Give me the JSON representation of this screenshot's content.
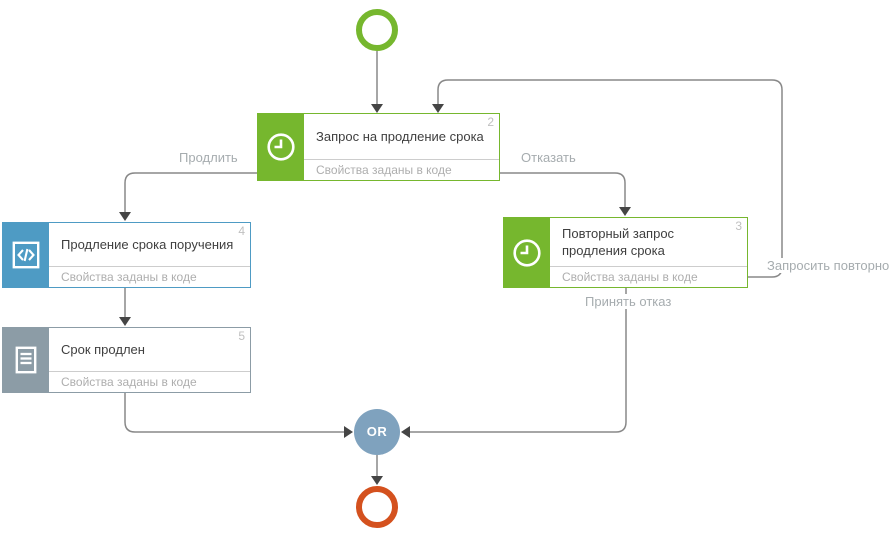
{
  "diagram": {
    "start_node": {
      "type": "start-event"
    },
    "end_node": {
      "type": "end-event"
    },
    "gateway": {
      "label": "OR"
    },
    "nodes": [
      {
        "number": "2",
        "title": "Запрос на продление срока",
        "subtitle": "Свойства заданы в коде",
        "icon": "clock-icon",
        "color": "#76B72E"
      },
      {
        "number": "4",
        "title": "Продление срока поручения",
        "subtitle": "Свойства заданы в коде",
        "icon": "code-icon",
        "color": "#4E9BC4"
      },
      {
        "number": "3",
        "title": "Повторный запрос продления срока",
        "subtitle": "Свойства заданы в коде",
        "icon": "clock-icon",
        "color": "#76B72E"
      },
      {
        "number": "5",
        "title": "Срок продлен",
        "subtitle": "Свойства заданы в коде",
        "icon": "document-icon",
        "color": "#8C9CA6"
      }
    ],
    "edges": [
      {
        "label": "Продлить"
      },
      {
        "label": "Отказать"
      },
      {
        "label": "Запросить повторно"
      },
      {
        "label": "Принять отказ"
      }
    ],
    "colors": {
      "start": "#76B72E",
      "end": "#D4511E",
      "gateway": "#7FA2BE",
      "connector": "#888888",
      "arrowhead": "#454545"
    }
  }
}
